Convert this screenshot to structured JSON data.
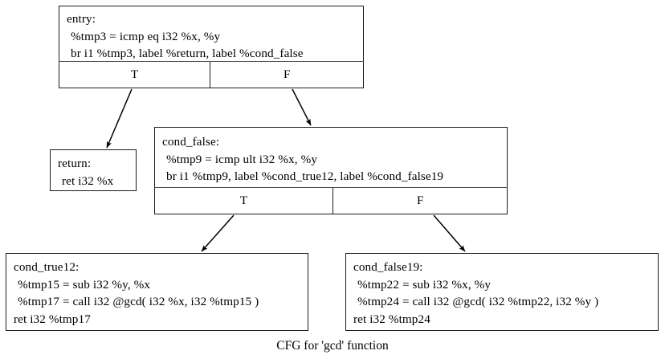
{
  "graph": {
    "caption": "CFG for 'gcd' function",
    "node_border_color": "#1a1a1a",
    "background_color": "#ffffff",
    "edge_color": "#000000"
  },
  "nodes": {
    "entry": {
      "label": "entry:",
      "lines": [
        "%tmp3 = icmp eq i32 %x, %y",
        "br i1 %tmp3, label %return, label %cond_false"
      ],
      "ports": {
        "true": "T",
        "false": "F"
      }
    },
    "return": {
      "label": "return:",
      "lines": [
        "ret i32 %x"
      ]
    },
    "cond_false": {
      "label": "cond_false:",
      "lines": [
        "%tmp9 = icmp ult i32 %x, %y",
        "br i1 %tmp9, label %cond_true12, label %cond_false19"
      ],
      "ports": {
        "true": "T",
        "false": "F"
      }
    },
    "cond_true12": {
      "label": "cond_true12:",
      "lines": [
        "%tmp15 = sub i32 %y, %x",
        "%tmp17 = call i32 @gcd( i32 %x, i32 %tmp15 )",
        "ret i32 %tmp17"
      ]
    },
    "cond_false19": {
      "label": "cond_false19:",
      "lines": [
        "%tmp22 = sub i32 %x, %y",
        "%tmp24 = call i32 @gcd( i32 %tmp22, i32 %y )",
        "ret i32 %tmp24"
      ]
    }
  },
  "edges": [
    {
      "from": "entry",
      "port": "T",
      "to": "return"
    },
    {
      "from": "entry",
      "port": "F",
      "to": "cond_false"
    },
    {
      "from": "cond_false",
      "port": "T",
      "to": "cond_true12"
    },
    {
      "from": "cond_false",
      "port": "F",
      "to": "cond_false19"
    }
  ]
}
